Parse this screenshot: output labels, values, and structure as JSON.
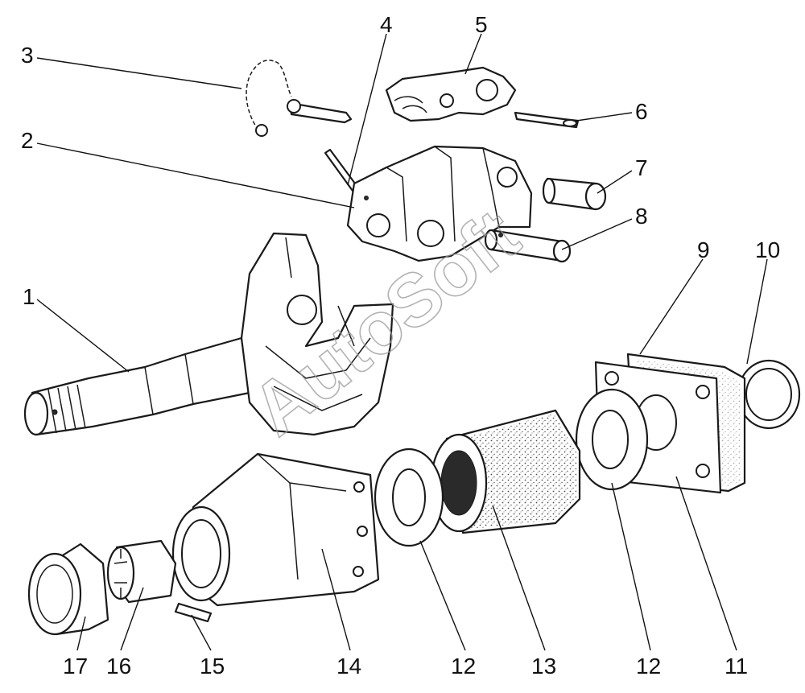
{
  "watermark": "AutoSoft",
  "labels": {
    "p1": "1",
    "p2": "2",
    "p3": "3",
    "p4": "4",
    "p5": "5",
    "p6": "6",
    "p7": "7",
    "p8": "8",
    "p9": "9",
    "p10": "10",
    "p11": "11",
    "p12a": "12",
    "p12b": "12",
    "p13": "13",
    "p14": "14",
    "p15": "15",
    "p16": "16",
    "p17": "17"
  },
  "colors": {
    "line": "#1a1a1a",
    "background": "#ffffff",
    "watermark": "#9a9a9a"
  }
}
